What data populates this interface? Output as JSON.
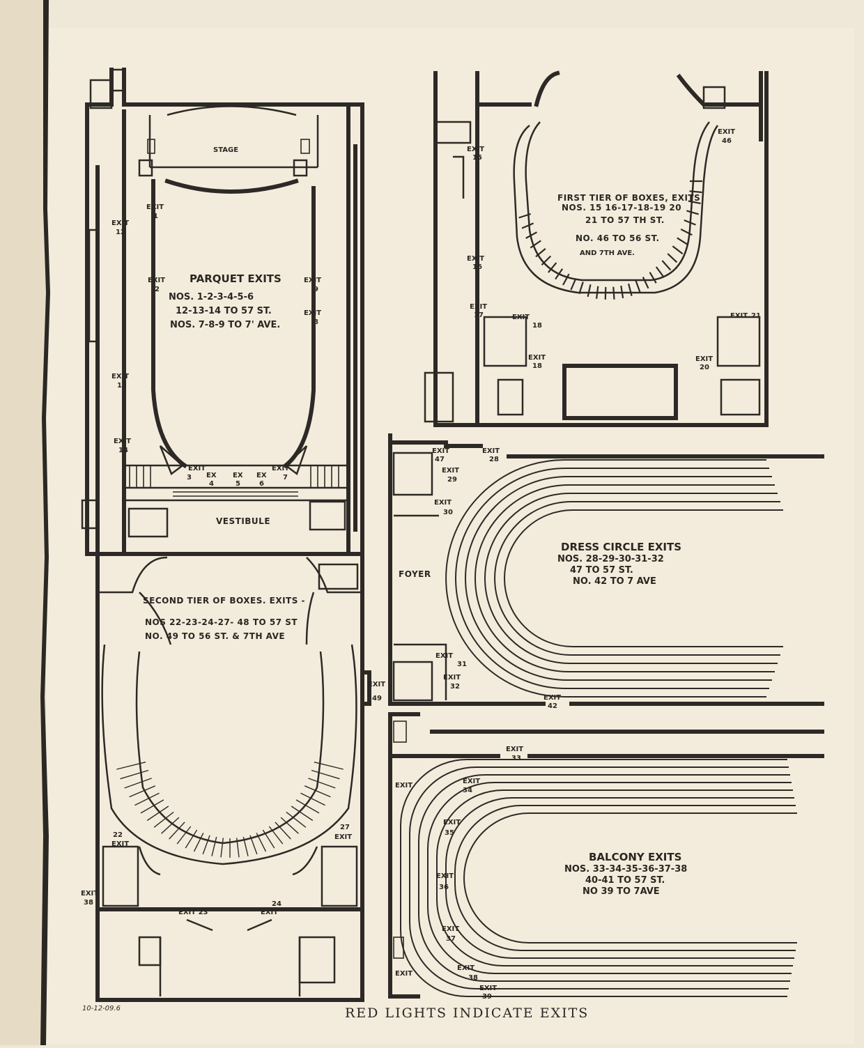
{
  "diagram": {
    "colors": {
      "paper": "#f3ecdc",
      "ink": "#2d2926",
      "left_edge": "#2b2824",
      "stain": "#d9ceb8"
    },
    "parquet": {
      "stage": "STAGE",
      "vestibule": "VESTIBULE",
      "exit_title": "PARQUET EXITS",
      "line1": "NOS. 1-2-3-4-5-6",
      "line2": "12-13-14 TO 57 ST.",
      "line3": "NOS. 7-8-9 TO 7' AVE.",
      "exits": [
        {
          "a": "EXIT",
          "b": "1"
        },
        {
          "a": "EXIT",
          "b": "2"
        },
        {
          "a": "EXIT",
          "b": "12"
        },
        {
          "a": "EXIT",
          "b": "13"
        },
        {
          "a": "EXIT",
          "b": "14"
        },
        {
          "a": "EXIT",
          "b": "9"
        },
        {
          "a": "EXIT",
          "b": "8"
        },
        {
          "a": "EXIT",
          "b": "3"
        },
        {
          "a": "EX",
          "b": "4"
        },
        {
          "a": "EX",
          "b": "5"
        },
        {
          "a": "EX",
          "b": "6"
        },
        {
          "a": "EXIT",
          "b": "7"
        }
      ]
    },
    "first_tier": {
      "line1": "FIRST TIER OF BOXES, EXITS",
      "line2": "NOS. 15 16-17-18-19 20",
      "line3": "21 TO 57 TH ST.",
      "line4": "NO. 46 TO 56 ST.",
      "line5": "AND 7TH AVE.",
      "exits": [
        {
          "a": "EXIT",
          "b": "15"
        },
        {
          "a": "EXIT",
          "b": "16"
        },
        {
          "a": "EXIT",
          "b": "17"
        },
        {
          "a": "EXIT",
          "b": "18"
        },
        {
          "a": "EXIT",
          "b": "18"
        },
        {
          "a": "EXIT",
          "b": "20"
        },
        {
          "a": "EXIT",
          "b": "46"
        },
        {
          "a": "EXIT",
          "b": "21"
        }
      ]
    },
    "second_tier": {
      "line1": "SECOND TIER OF BOXES. EXITS -",
      "line2": "NOS 22-23-24-27- 48 TO 57 ST",
      "line3": "NO. 49 TO 56 ST. & 7TH AVE",
      "exits": [
        {
          "a": "EXIT",
          "b": "49"
        },
        {
          "a": "22",
          "b": "EXIT"
        },
        {
          "a": "27",
          "b": "EXIT"
        },
        {
          "a": "EXIT",
          "b": "38"
        },
        {
          "a": "EXIT 23",
          "b": ""
        },
        {
          "a": "24",
          "b": "EXIT"
        }
      ]
    },
    "dress_circle": {
      "foyer": "FOYER",
      "line1": "DRESS CIRCLE EXITS",
      "line2": "NOS. 28-29-30-31-32",
      "line3": "47 TO 57 ST.",
      "line4": "NO. 42 TO 7 AVE",
      "exits": [
        {
          "a": "EXIT",
          "b": "47"
        },
        {
          "a": "EXIT",
          "b": "28"
        },
        {
          "a": "EXIT",
          "b": "29"
        },
        {
          "a": "EXIT",
          "b": "30"
        },
        {
          "a": "EXIT",
          "b": "31"
        },
        {
          "a": "EXIT",
          "b": "32"
        },
        {
          "a": "EXIT",
          "b": "42"
        }
      ]
    },
    "balcony": {
      "line1": "BALCONY EXITS",
      "line2": "NOS. 33-34-35-36-37-38",
      "line3": "40-41 TO 57 ST.",
      "line4": "NO 39 TO 7AVE",
      "exits": [
        {
          "a": "EXIT",
          "b": "33"
        },
        {
          "a": "EXIT",
          "b": "34"
        },
        {
          "a": "EXIT",
          "b": "35"
        },
        {
          "a": "EXIT",
          "b": "36"
        },
        {
          "a": "EXIT",
          "b": "37"
        },
        {
          "a": "EXIT",
          "b": "38"
        },
        {
          "a": "EXIT",
          "b": "39"
        },
        {
          "a": "EXIT",
          "b": ""
        },
        {
          "a": "EXIT",
          "b": ""
        }
      ]
    },
    "footer": "RED LIGHTS INDICATE EXITS",
    "handwritten_note": "10-12-09.6"
  }
}
